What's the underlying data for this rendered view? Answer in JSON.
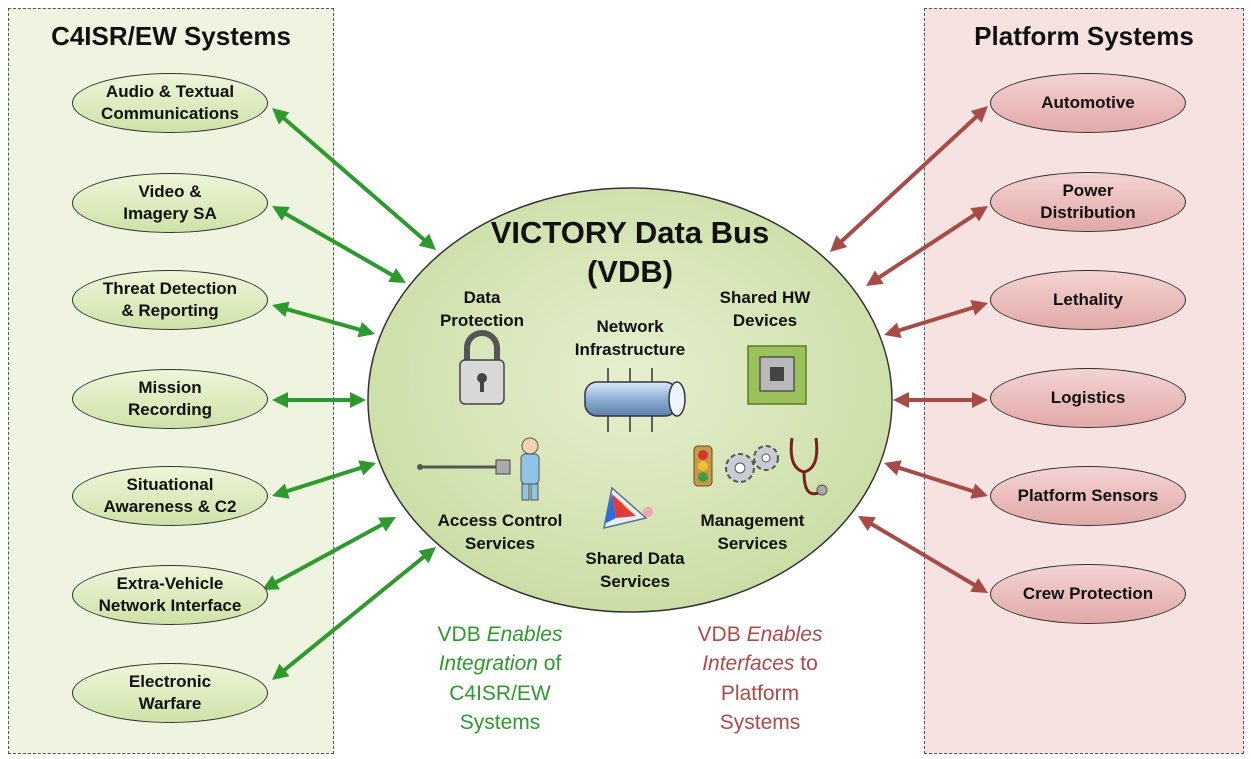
{
  "left_panel": {
    "title": "C4ISR/EW Systems",
    "nodes": [
      "Audio & Textual\nCommunications",
      "Video &\nImagery SA",
      "Threat Detection\n& Reporting",
      "Mission\nRecording",
      "Situational\nAwareness & C2",
      "Extra-Vehicle\nNetwork Interface",
      "Electronic\nWarfare"
    ]
  },
  "right_panel": {
    "title": "Platform Systems",
    "nodes": [
      "Automotive",
      "Power\nDistribution",
      "Lethality",
      "Logistics",
      "Platform Sensors",
      "Crew Protection"
    ]
  },
  "bus": {
    "title": "VICTORY Data Bus\n(VDB)",
    "services": {
      "data_protection": "Data\nProtection",
      "network_infrastructure": "Network\nInfrastructure",
      "shared_hw_devices": "Shared HW\nDevices",
      "access_control": "Access Control\nServices",
      "shared_data": "Shared Data\nServices",
      "management": "Management\nServices"
    }
  },
  "captions": {
    "left": {
      "line1_plain": "VDB ",
      "line1_italic": "Enables",
      "line2_italic": "Integration",
      "line2_plain": " of",
      "line3": "C4ISR/EW",
      "line4": "Systems"
    },
    "right": {
      "line1_plain": "VDB ",
      "line1_italic": "Enables",
      "line2_italic": "Interfaces",
      "line2_plain": " to",
      "line3": "Platform",
      "line4": "Systems"
    }
  },
  "colors": {
    "green_arrow": "#2e9a2e",
    "red_arrow": "#a84a46",
    "bus_fill": "#d4e3b3"
  },
  "icons": [
    "padlock-icon",
    "network-pipe-icon",
    "chip-icon",
    "gate-guard-icon",
    "shared-data-icon",
    "traffic-light-icon",
    "gears-icon",
    "stethoscope-icon"
  ]
}
